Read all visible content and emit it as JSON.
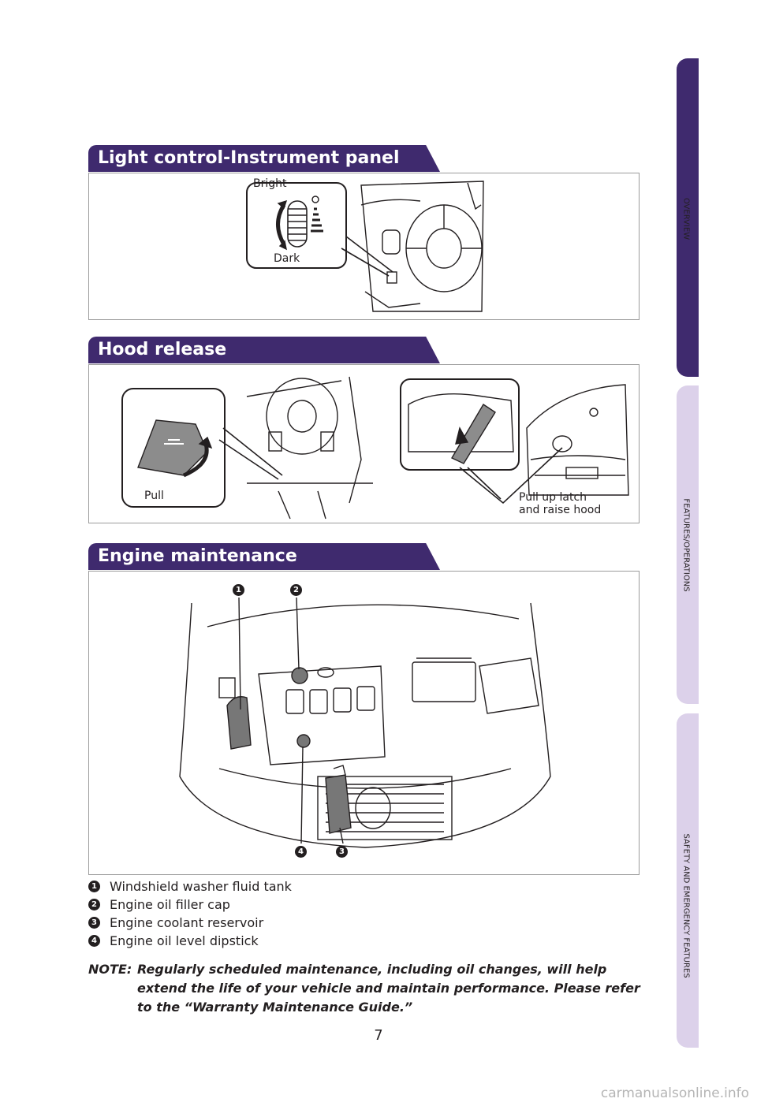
{
  "sections": {
    "light": {
      "title": "Light control-Instrument panel",
      "label_bright": "Bright",
      "label_dark": "Dark"
    },
    "hood": {
      "title": "Hood release",
      "label_pull": "Pull",
      "label_latch": "Pull up latch\nand raise hood"
    },
    "engine": {
      "title": "Engine maintenance",
      "callouts": [
        "1",
        "2",
        "3",
        "4"
      ]
    }
  },
  "legend": [
    {
      "num": "1",
      "text": "Windshield washer fluid tank"
    },
    {
      "num": "2",
      "text": "Engine oil filler cap"
    },
    {
      "num": "3",
      "text": "Engine coolant reservoir"
    },
    {
      "num": "4",
      "text": "Engine oil level dipstick"
    }
  ],
  "note": {
    "label": "NOTE:",
    "text": "Regularly scheduled maintenance, including oil changes, will help extend the life of your vehicle and maintain performance. Please refer to the “Warranty Maintenance Guide.”"
  },
  "side_tabs": [
    {
      "label": "OVERVIEW",
      "color": "#3f2a6e"
    },
    {
      "label": "FEATURES/OPERATIONS",
      "color": "#dcd1ea"
    },
    {
      "label": "SAFETY AND EMERGENCY FEATURES",
      "color": "#dcd1ea"
    }
  ],
  "page_number": "7",
  "watermark": "carmanualsonline.info"
}
